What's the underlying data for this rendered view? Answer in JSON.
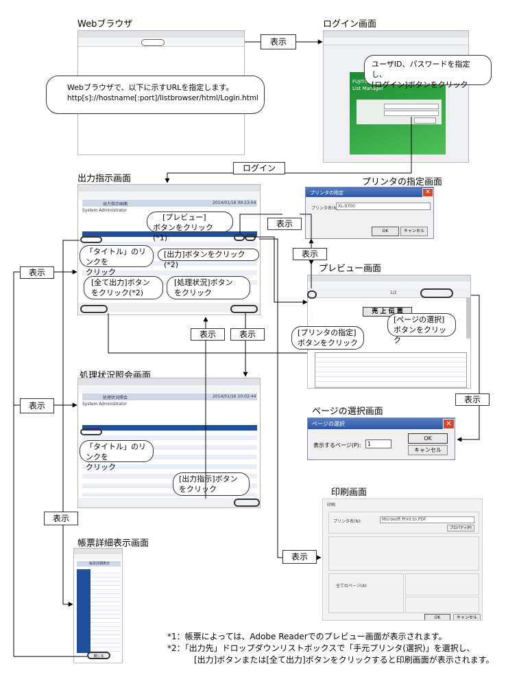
{
  "titles": {
    "web_browser": "Webブラウザ",
    "login": "ログイン画面",
    "output_instruction": "出力指示画面",
    "printer_select": "プリンタの指定画面",
    "preview": "プレビュー画面",
    "status": "処理状況照会画面",
    "page_select": "ページの選択画面",
    "print": "印刷画面",
    "report_detail": "帳票詳細表示画面"
  },
  "labels": {
    "show": "表示",
    "login": "ログイン"
  },
  "callouts": {
    "browser": "Webブラウザで、以下に示すURLを指定します。",
    "browser_url": "http[s]://hostname[:port]/listbrowser/html/Login.html",
    "login_1": "ユーザID、パスワードを指定し、",
    "login_2": "[ログイン]ボタンをクリック",
    "preview_btn_1": "[プレビュー]",
    "preview_btn_2": "ボタンをクリック(*1)",
    "title_link_1": "「タイトル」のリンクを",
    "title_link_2": "クリック",
    "output_btn": "[出力]ボタンをクリック(*2)",
    "all_output_1": "[全て出力]ボタン",
    "all_output_2": "をクリック(*2)",
    "status_btn_1": "[処理状況]ボタン",
    "status_btn_2": "をクリック",
    "printer_spec_1": "[プリンタの指定]",
    "printer_spec_2": "ボタンをクリック",
    "page_sel_1": "[ページの選択]",
    "page_sel_2": "ボタンをクリック",
    "title_link2_1": "「タイトル」のリンクを",
    "title_link2_2": "クリック",
    "out_instr_1": "[出力指示]ボタン",
    "out_instr_2": "をクリック"
  },
  "notes": {
    "n1": "*1：帳票によっては、Adobe Readerでのプレビュー画面が表示されます。",
    "n2": "*2：「出力先」ドロップダウンリストボックスで「手元プリンタ(選択)」を選択し、",
    "n3": "[出力]ボタンまたは[全て出力]ボタンをクリックすると印刷画面が表示されます。"
  },
  "screens": {
    "printer_dialog_title": "プリンタの指定",
    "printer_name_label": "プリンタ名(N):",
    "printer_name_value": "XL-9700",
    "ok": "OK",
    "cancel": "キャンセル",
    "page_dialog_title": "ページの選択",
    "page_prompt": "表示するページ(P):",
    "page_value": "1",
    "page_cancel": "キャンセル",
    "slip_title": "売 上 伝 票",
    "status_header": "処理状況照会",
    "output_header": "出力指示画面",
    "timestamp_1": "2014/01/16 09:23:04",
    "timestamp_2": "2014/01/16 10:02:44",
    "user": "System Administrator",
    "print_title": "印刷",
    "print_printer_name": "Microsoft Print to PDF",
    "print_label_printer": "プリンタ名(N):",
    "print_properties": "プロパティ(P)",
    "print_all_pages": "全てのページ(A)",
    "print_ok": "OK",
    "print_cancel": "キャンセル",
    "detail_header": "帳票詳細表示",
    "detail_close": "閉じる",
    "preview_page": "1/2",
    "login_title_part": "FUJITSU Software",
    "login_sub_part": "List Manager"
  }
}
